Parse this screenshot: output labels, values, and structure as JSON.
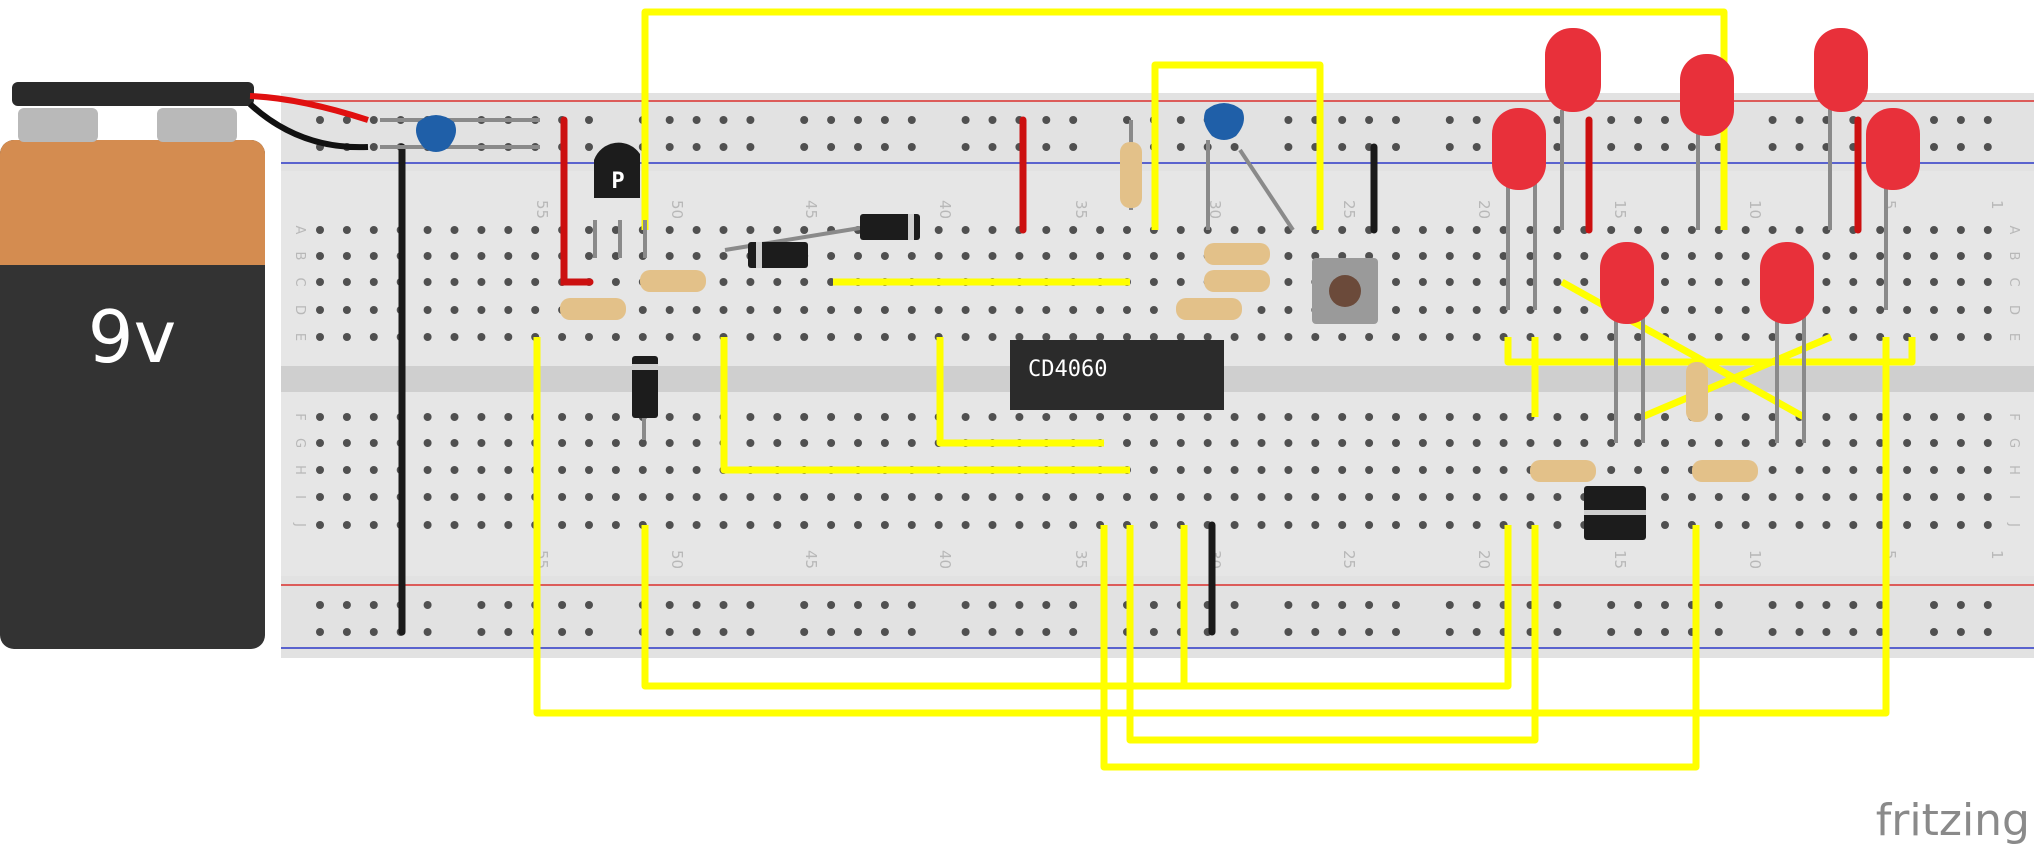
{
  "battery": {
    "label": "9v",
    "body_top_color": "#d48c50",
    "body_bottom_color": "#333333"
  },
  "chip": {
    "label": "CD4060"
  },
  "breadboard": {
    "column_numbers_top": [
      "55",
      "50",
      "45",
      "40",
      "35",
      "30",
      "25",
      "20",
      "15",
      "10",
      "5",
      "1"
    ],
    "column_numbers_bottom": [
      "55",
      "50",
      "45",
      "40",
      "35",
      "30",
      "25",
      "20",
      "15",
      "10",
      "5",
      "1"
    ],
    "row_letters_top": [
      "A",
      "B",
      "C",
      "D",
      "E"
    ],
    "row_letters_bottom": [
      "F",
      "G",
      "H",
      "I",
      "J"
    ],
    "rail_red_color": "#d9302c",
    "rail_blue_color": "#2c39c8"
  },
  "transistor": {
    "label": "P"
  },
  "watermark": {
    "text": "fritzing"
  },
  "colors": {
    "wire_yellow": "#ffff00",
    "wire_red": "#cc1010",
    "wire_black": "#1a1a1a",
    "led_red": "#e8303a",
    "capacitor_blue": "#1f5fa8",
    "breadboard": "#dcdcdc",
    "hole_green": "#78d878"
  },
  "icons": {
    "battery": "battery-9v-icon",
    "led": "red-led-icon",
    "resistor": "resistor-icon",
    "diode": "diode-icon",
    "capacitor": "ceramic-capacitor-icon",
    "button": "pushbutton-icon",
    "transistor": "transistor-icon"
  }
}
